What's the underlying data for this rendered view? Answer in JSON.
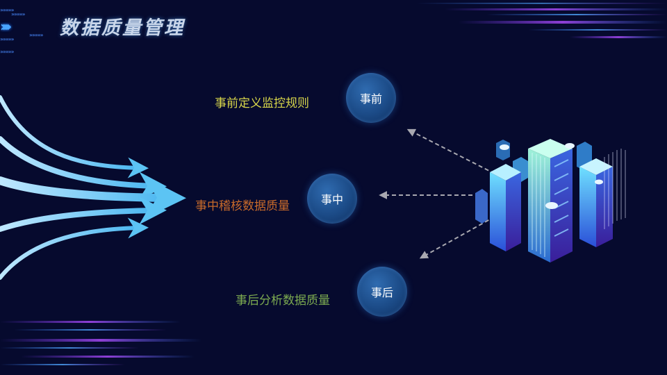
{
  "slide": {
    "title": "数据质量管理"
  },
  "header": {
    "chevrons": "›››››",
    "chevron_small": "»»»»»"
  },
  "stages": [
    {
      "label": "事前定义监控规则",
      "badge": "事前",
      "label_color": "#d8d64a"
    },
    {
      "label": "事中稽核数据质量",
      "badge": "事中",
      "label_color": "#c86a2a"
    },
    {
      "label": "事后分析数据质量",
      "badge": "事后",
      "label_color": "#7caa50"
    }
  ],
  "colors": {
    "background": "#060a2e",
    "arrow": "#5cc4f4",
    "dash": "#a8a8b0"
  },
  "icons": {
    "illustration": "isometric-city-buildings-icon"
  }
}
